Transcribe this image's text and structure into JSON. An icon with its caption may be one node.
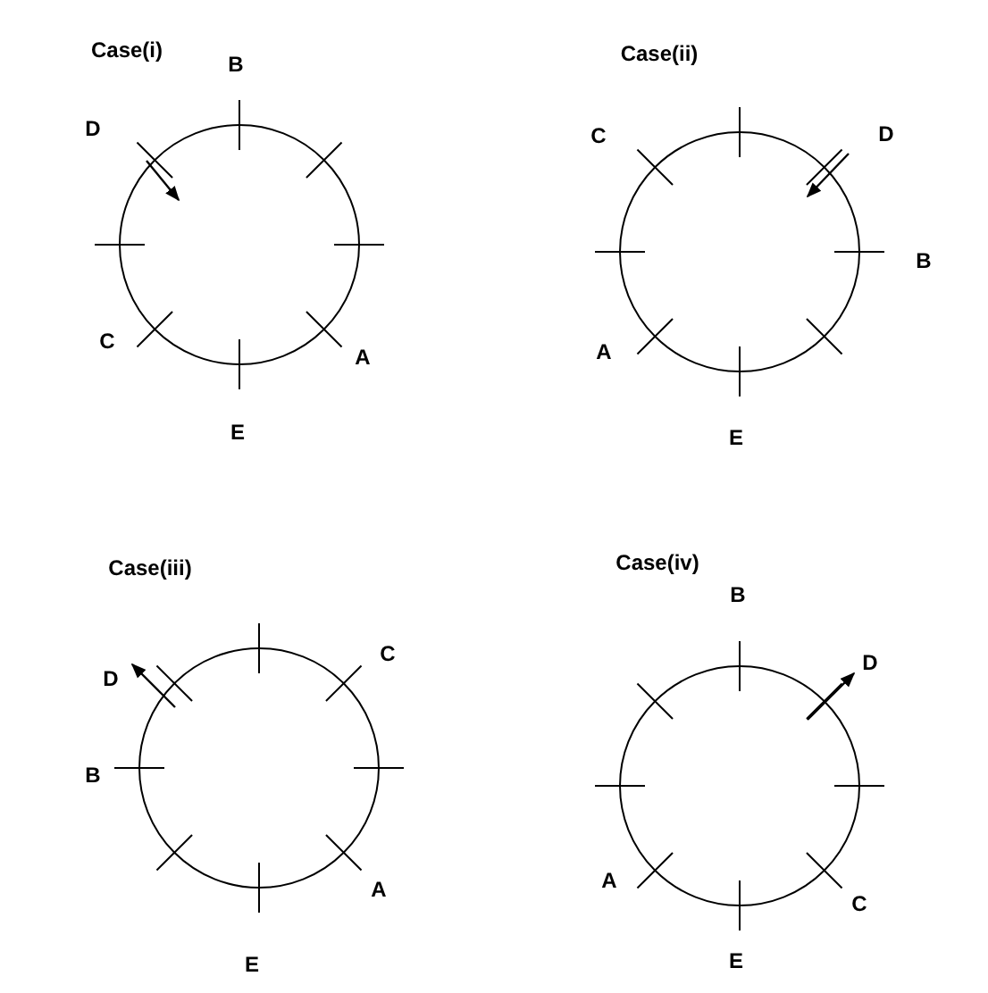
{
  "diagram": {
    "labels": [
      "Case(i)",
      "B",
      "D",
      "C",
      "A",
      "E",
      "Case(ii)",
      "C",
      "D",
      "B",
      "A",
      "E",
      "Case(iii)",
      "C",
      "D",
      "B",
      "A",
      "E",
      "Case(iv)",
      "B",
      "D",
      "A",
      "C",
      "E"
    ]
  }
}
